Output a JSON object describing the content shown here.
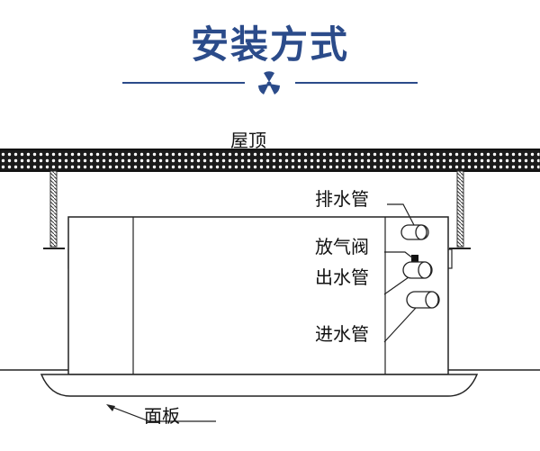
{
  "title": "安装方式",
  "labels": {
    "roof": "屋顶",
    "drain_pipe": "排水管",
    "air_vent": "放气阀",
    "outlet_pipe": "出水管",
    "inlet_pipe": "进水管",
    "panel": "面板"
  },
  "colors": {
    "accent": "#2b4b8a",
    "line": "#222222"
  },
  "icons": {
    "emblem": "fan-emblem-icon"
  }
}
